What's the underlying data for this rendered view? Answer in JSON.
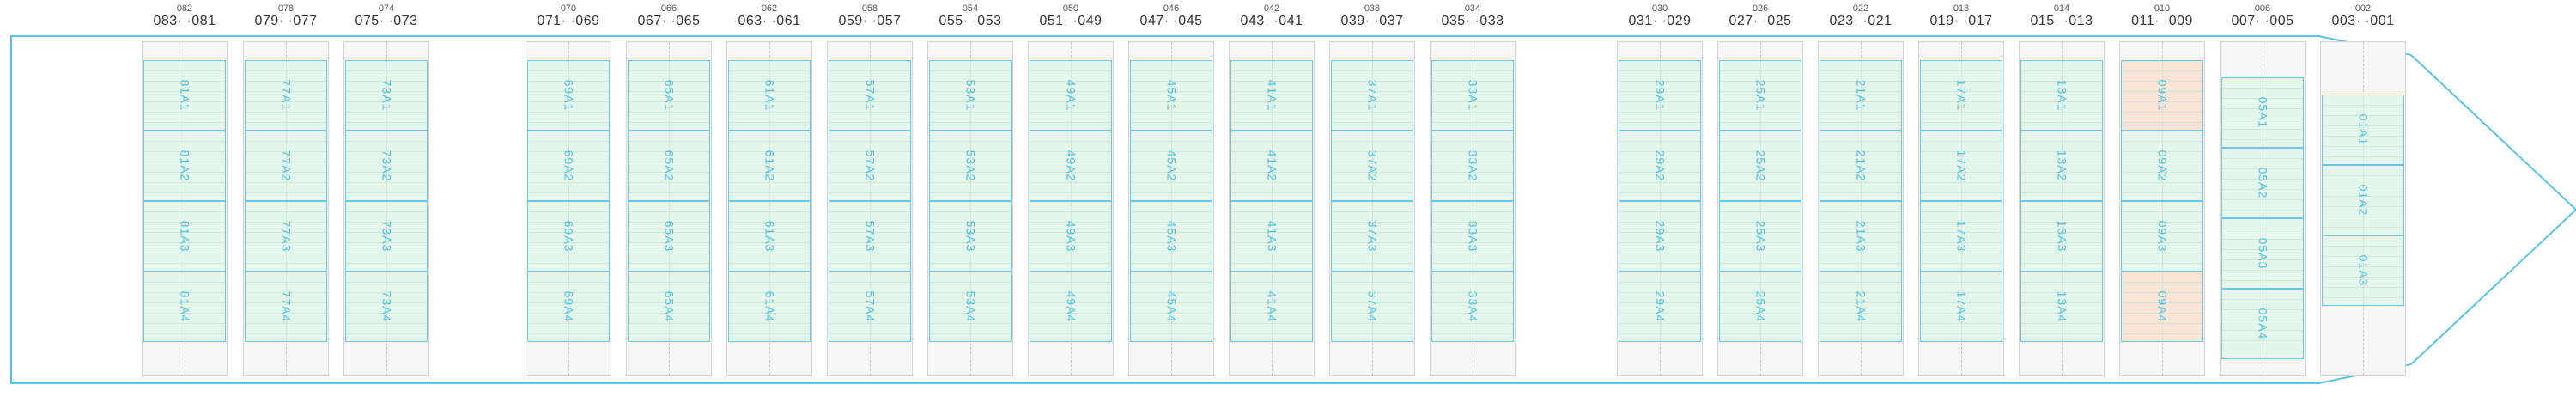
{
  "colors": {
    "hull": "#5cc3e6",
    "tier_normal_fill": "#e3f6e9",
    "tier_highlight_fill": "#fbe6d6",
    "tier_border": "#6cc6ea",
    "tier_text": "#4ebfe4"
  },
  "bays": [
    {
      "top": "082",
      "pair": "083· ·081",
      "tiers": [
        "81A1",
        "81A2",
        "81A3",
        "81A4"
      ]
    },
    {
      "top": "078",
      "pair": "079· ·077",
      "tiers": [
        "77A1",
        "77A2",
        "77A3",
        "77A4"
      ]
    },
    {
      "top": "074",
      "pair": "075· ·073",
      "tiers": [
        "73A1",
        "73A2",
        "73A3",
        "73A4"
      ]
    },
    {
      "top": "070",
      "pair": "071· ·069",
      "tiers": [
        "69A1",
        "69A2",
        "69A3",
        "69A4"
      ]
    },
    {
      "top": "066",
      "pair": "067· ·065",
      "tiers": [
        "65A1",
        "65A2",
        "65A3",
        "65A4"
      ]
    },
    {
      "top": "062",
      "pair": "063· ·061",
      "tiers": [
        "61A1",
        "61A2",
        "61A3",
        "61A4"
      ]
    },
    {
      "top": "058",
      "pair": "059· ·057",
      "tiers": [
        "57A1",
        "57A2",
        "57A3",
        "57A4"
      ]
    },
    {
      "top": "054",
      "pair": "055· ·053",
      "tiers": [
        "53A1",
        "53A2",
        "53A3",
        "53A4"
      ]
    },
    {
      "top": "050",
      "pair": "051· ·049",
      "tiers": [
        "49A1",
        "49A2",
        "49A3",
        "49A4"
      ]
    },
    {
      "top": "046",
      "pair": "047· ·045",
      "tiers": [
        "45A1",
        "45A2",
        "45A3",
        "45A4"
      ]
    },
    {
      "top": "042",
      "pair": "043· ·041",
      "tiers": [
        "41A1",
        "41A2",
        "41A3",
        "41A4"
      ]
    },
    {
      "top": "038",
      "pair": "039· ·037",
      "tiers": [
        "37A1",
        "37A2",
        "37A3",
        "37A4"
      ]
    },
    {
      "top": "034",
      "pair": "035· ·033",
      "tiers": [
        "33A1",
        "33A2",
        "33A3",
        "33A4"
      ]
    },
    {
      "top": "030",
      "pair": "031· ·029",
      "tiers": [
        "29A1",
        "29A2",
        "29A3",
        "29A4"
      ]
    },
    {
      "top": "026",
      "pair": "027· ·025",
      "tiers": [
        "25A1",
        "25A2",
        "25A3",
        "25A4"
      ]
    },
    {
      "top": "022",
      "pair": "023· ·021",
      "tiers": [
        "21A1",
        "21A2",
        "21A3",
        "21A4"
      ]
    },
    {
      "top": "018",
      "pair": "019· ·017",
      "tiers": [
        "17A1",
        "17A2",
        "17A3",
        "17A4"
      ]
    },
    {
      "top": "014",
      "pair": "015· ·013",
      "tiers": [
        "13A1",
        "13A2",
        "13A3",
        "13A4"
      ]
    },
    {
      "top": "010",
      "pair": "011· ·009",
      "tiers": [
        "09A1",
        "09A2",
        "09A3",
        "09A4"
      ],
      "highlighted": [
        "09A1",
        "09A4"
      ]
    },
    {
      "top": "006",
      "pair": "007· ·005",
      "tiers": [
        "05A1",
        "05A2",
        "05A3",
        "05A4"
      ]
    },
    {
      "top": "002",
      "pair": "003· ·001",
      "tiers": [
        "01A1",
        "01A2",
        "01A3"
      ]
    }
  ]
}
